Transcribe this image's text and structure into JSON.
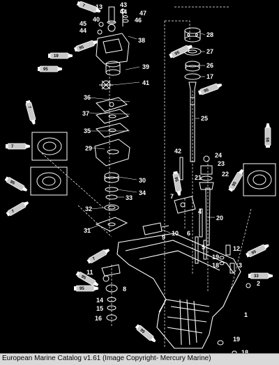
{
  "footer": {
    "caption": "European Marine Catalog v1.61 (Image Copyright- Mercury Marine)"
  },
  "colors": {
    "background": "#000000",
    "line": "#ffffff",
    "tube_fill": "#c8c8c8",
    "footer_bg": "#d9d9d9"
  },
  "callouts": [
    {
      "id": "p13",
      "text": "13"
    },
    {
      "id": "p43",
      "text": "43"
    },
    {
      "id": "p44a",
      "text": "44"
    },
    {
      "id": "p47",
      "text": "47"
    },
    {
      "id": "p46",
      "text": "46"
    },
    {
      "id": "p45",
      "text": "45"
    },
    {
      "id": "p44b",
      "text": "44"
    },
    {
      "id": "p40",
      "text": "40"
    },
    {
      "id": "p38",
      "text": "38"
    },
    {
      "id": "p39",
      "text": "39"
    },
    {
      "id": "p41",
      "text": "41"
    },
    {
      "id": "p36",
      "text": "36"
    },
    {
      "id": "p37",
      "text": "37"
    },
    {
      "id": "p35",
      "text": "35"
    },
    {
      "id": "p29",
      "text": "29"
    },
    {
      "id": "p30",
      "text": "30"
    },
    {
      "id": "p34",
      "text": "34"
    },
    {
      "id": "p33",
      "text": "33"
    },
    {
      "id": "p32",
      "text": "32"
    },
    {
      "id": "p31",
      "text": "31"
    },
    {
      "id": "p28",
      "text": "28"
    },
    {
      "id": "p27",
      "text": "27"
    },
    {
      "id": "p26",
      "text": "26"
    },
    {
      "id": "p17",
      "text": "17"
    },
    {
      "id": "p25",
      "text": "25"
    },
    {
      "id": "p42",
      "text": "42"
    },
    {
      "id": "p24",
      "text": "24"
    },
    {
      "id": "p23",
      "text": "23"
    },
    {
      "id": "p22",
      "text": "22"
    },
    {
      "id": "p21",
      "text": "21"
    },
    {
      "id": "p7a",
      "text": "7"
    },
    {
      "id": "p4",
      "text": "4"
    },
    {
      "id": "p20",
      "text": "20"
    },
    {
      "id": "p10",
      "text": "10"
    },
    {
      "id": "p9",
      "text": "9"
    },
    {
      "id": "p6",
      "text": "6"
    },
    {
      "id": "p5",
      "text": "5"
    },
    {
      "id": "p12",
      "text": "12"
    },
    {
      "id": "p19a",
      "text": "19"
    },
    {
      "id": "p18a",
      "text": "18"
    },
    {
      "id": "p3",
      "text": "3"
    },
    {
      "id": "p2",
      "text": "2"
    },
    {
      "id": "p11",
      "text": "11"
    },
    {
      "id": "p8",
      "text": "8"
    },
    {
      "id": "p14",
      "text": "14"
    },
    {
      "id": "p15",
      "text": "15"
    },
    {
      "id": "p16",
      "text": "16"
    },
    {
      "id": "p1",
      "text": "1"
    },
    {
      "id": "p19b",
      "text": "19"
    },
    {
      "id": "p18b",
      "text": "18"
    }
  ],
  "tube_labels": [
    {
      "id": "t7a",
      "text": "7"
    },
    {
      "id": "t95a",
      "text": "95"
    },
    {
      "id": "t19",
      "text": "19"
    },
    {
      "id": "t95b",
      "text": "95"
    },
    {
      "id": "t95c",
      "text": "95"
    },
    {
      "id": "t95d",
      "text": "95"
    },
    {
      "id": "t7b",
      "text": "7"
    },
    {
      "id": "t95e",
      "text": "95"
    },
    {
      "id": "t7c",
      "text": "7"
    },
    {
      "id": "t95f",
      "text": "95"
    },
    {
      "id": "t95g",
      "text": "95"
    },
    {
      "id": "t95h",
      "text": "95"
    },
    {
      "id": "t7d",
      "text": "7"
    },
    {
      "id": "t95i",
      "text": "95"
    },
    {
      "id": "t95j",
      "text": "95"
    },
    {
      "id": "t95k",
      "text": "95"
    },
    {
      "id": "t7e",
      "text": "7"
    },
    {
      "id": "t95l",
      "text": "95"
    },
    {
      "id": "t33",
      "text": "33"
    }
  ]
}
